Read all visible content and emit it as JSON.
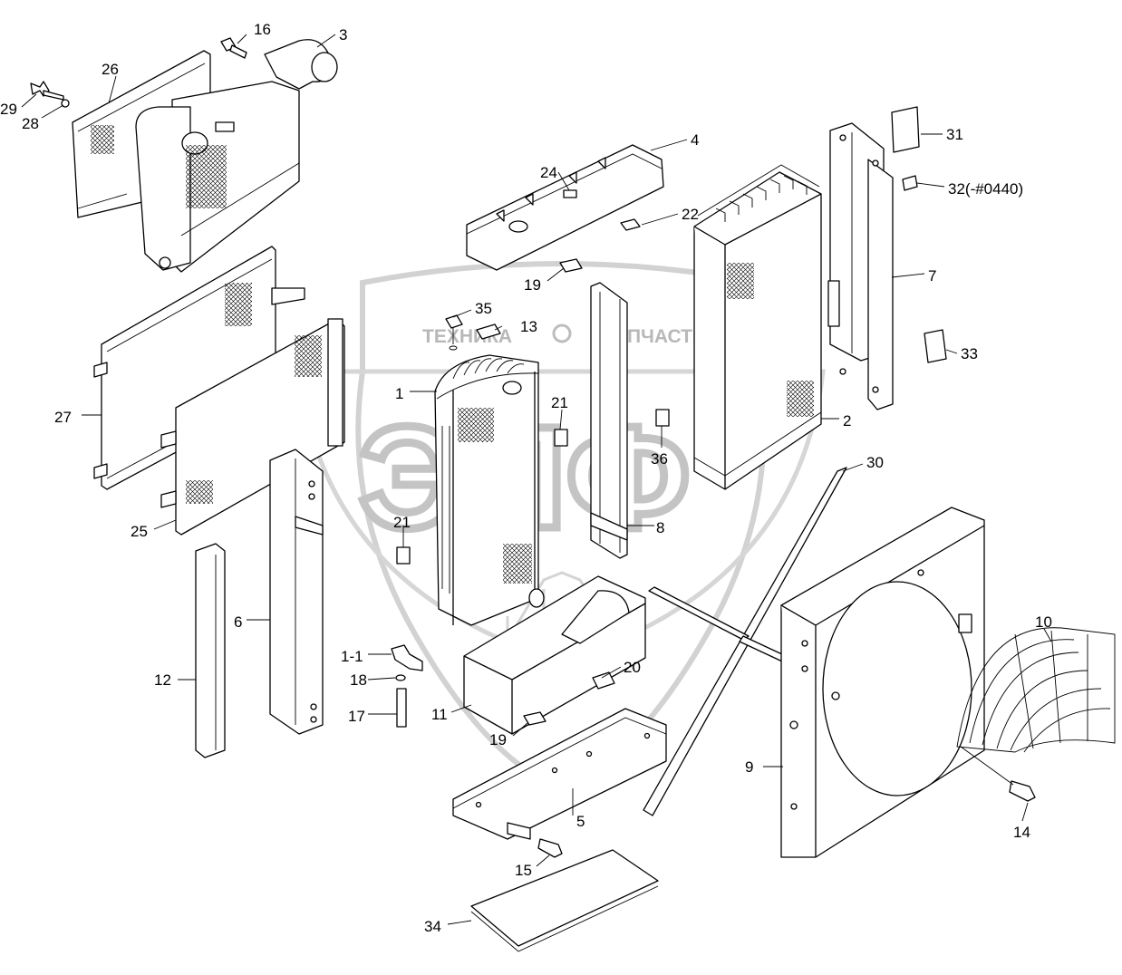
{
  "watermark": {
    "brand_left": "ТЕХНИКА",
    "brand_right": "ЗАПЧАСТИ",
    "monogram": "ЭПФ"
  },
  "callouts": {
    "p1": "1",
    "p1_1": "1-1",
    "p2": "2",
    "p3": "3",
    "p4": "4",
    "p5": "5",
    "p6": "6",
    "p7": "7",
    "p8": "8",
    "p9": "9",
    "p10": "10",
    "p11": "11",
    "p12": "12",
    "p13": "13",
    "p14": "14",
    "p15": "15",
    "p16": "16",
    "p17": "17",
    "p18": "18",
    "p19a": "19",
    "p19b": "19",
    "p20": "20",
    "p21a": "21",
    "p21b": "21",
    "p22": "22",
    "p24": "24",
    "p25": "25",
    "p26": "26",
    "p27": "27",
    "p28": "28",
    "p29": "29",
    "p30": "30",
    "p31": "31",
    "p32": "32(-#0440)",
    "p33": "33",
    "p34": "34",
    "p35": "35",
    "p36": "36"
  }
}
